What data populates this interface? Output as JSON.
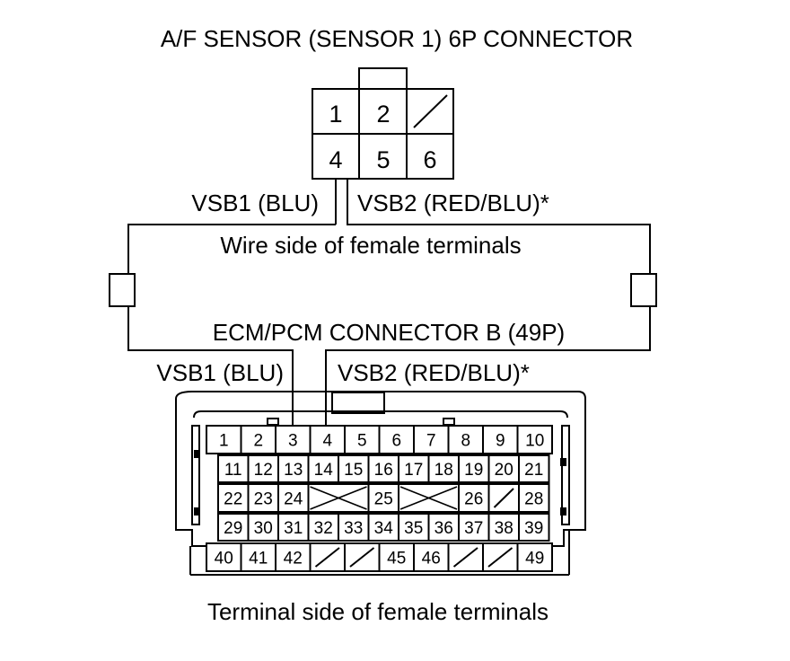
{
  "titles": {
    "af_connector": "A/F SENSOR (SENSOR 1) 6P CONNECTOR",
    "wire_side": "Wire side of female terminals",
    "ecm_connector": "ECM/PCM CONNECTOR B (49P)",
    "terminal_side": "Terminal side of female terminals"
  },
  "wires": {
    "sensor_vsb1": "VSB1 (BLU)",
    "sensor_vsb2": "VSB2 (RED/BLU)*",
    "ecm_vsb1": "VSB1 (BLU)",
    "ecm_vsb2": "VSB2 (RED/BLU)*"
  },
  "af_connector": {
    "row1": [
      "1",
      "2",
      ""
    ],
    "row2": [
      "4",
      "5",
      "6"
    ]
  },
  "ecm_connector": {
    "row1": [
      "1",
      "2",
      "3",
      "4",
      "5",
      "6",
      "7",
      "8",
      "9",
      "10"
    ],
    "row2": [
      "11",
      "12",
      "13",
      "14",
      "15",
      "16",
      "17",
      "18",
      "19",
      "20",
      "21"
    ],
    "row3": [
      "22",
      "23",
      "24",
      "",
      "25",
      "",
      "26",
      "",
      "28"
    ],
    "row4": [
      "29",
      "30",
      "31",
      "32",
      "33",
      "34",
      "35",
      "36",
      "37",
      "38",
      "39"
    ],
    "row5": [
      "40",
      "41",
      "42",
      "",
      "",
      "45",
      "46",
      "",
      "",
      "49"
    ]
  },
  "colors": {
    "line": "#000000",
    "background": "#ffffff"
  }
}
